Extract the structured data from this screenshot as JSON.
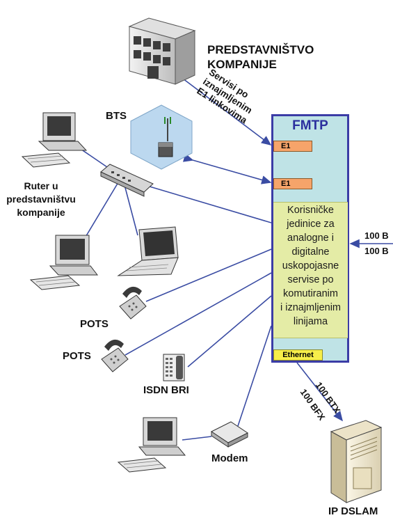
{
  "nodes": {
    "office": "PREDSTAVNIŠTVO KOMPANIJE",
    "office_line1": "PREDSTAVNIŠTVO",
    "office_line2": "KOMPANIJE",
    "bts": "BTS",
    "router": "Ruter u predstavništvu kompanije",
    "router_line1": "Ruter u",
    "router_line2": "predstavništvu",
    "router_line3": "kompanije",
    "pots_1": "POTS",
    "pots_2": "POTS",
    "isdn": "ISDN BRI",
    "modem": "Modem",
    "dslam": "IP DSLAM"
  },
  "fmtp": {
    "title": "FMTP",
    "e1_top": "E1",
    "e1_bottom": "E1",
    "units_lines": [
      "Korisničke",
      "jedinice za",
      "analogne i",
      "digitalne",
      "uskopojasne",
      "servise po",
      "komutiranim",
      "i iznajmljenim",
      "linijama"
    ],
    "ethernet": "Ethernet"
  },
  "links": {
    "office_link_line1": "Servisi po",
    "office_link_line2": "iznajmljenim",
    "office_link_line3": "E1 linkovima",
    "right_link_1": "100 B",
    "right_link_2": "100 B",
    "dslam_link_1": "100 BTX",
    "dslam_link_2": "100 BFX"
  },
  "colors": {
    "fmtp_fill": "#bfe3e6",
    "fmtp_border": "#3b3ca6",
    "e1_fill": "#f6a46a",
    "units_fill": "#e4eca6",
    "ethernet_fill": "#f7ee4a",
    "link_color": "#3a4ca3"
  }
}
